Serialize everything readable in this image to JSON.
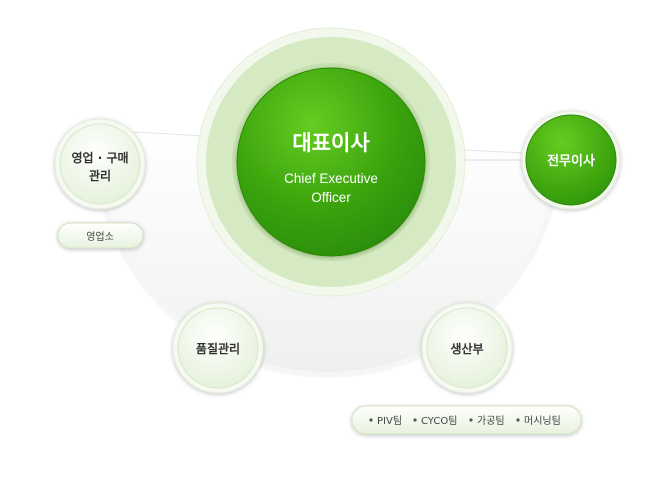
{
  "ceo": {
    "title": "대표이사",
    "subtitle_line1": "Chief Executive",
    "subtitle_line2": "Officer"
  },
  "nodes": {
    "director": "전무이사",
    "sales_line1": "영업 · 구매",
    "sales_line2": "관리",
    "quality": "품질관리",
    "production": "생산부"
  },
  "sub_units": {
    "sales_office": "영업소",
    "production_teams": [
      "PIV팀",
      "CYCO팀",
      "가공팀",
      "머시닝팀"
    ]
  },
  "colors": {
    "primary_green": "#3fae0e",
    "dark_green": "#2a8f07",
    "pale_green": "#eef7e6",
    "ring_green": "#d9eccb"
  }
}
